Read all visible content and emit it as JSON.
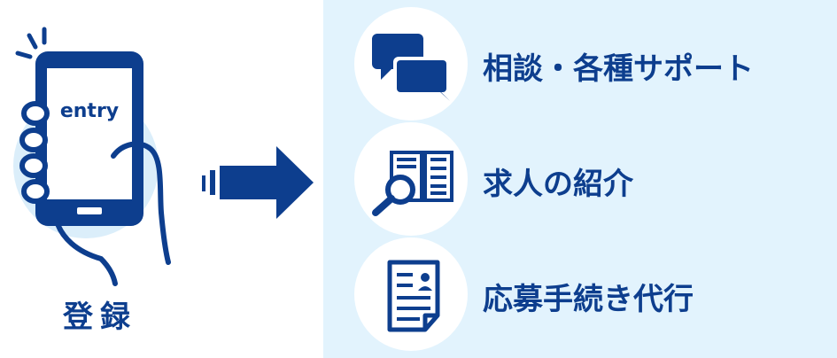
{
  "phone": {
    "screen_text": "entry"
  },
  "register": {
    "label": "登録"
  },
  "services": [
    {
      "label": "相談・各種サポート",
      "icon": "chat-bubbles-icon"
    },
    {
      "label": "求人の紹介",
      "icon": "job-search-icon"
    },
    {
      "label": "応募手続き代行",
      "icon": "resume-document-icon"
    }
  ],
  "colors": {
    "navy": "#0d3e8e",
    "light_blue": "#e2f3fd",
    "circle_blue": "#dbeefa",
    "white": "#ffffff"
  }
}
